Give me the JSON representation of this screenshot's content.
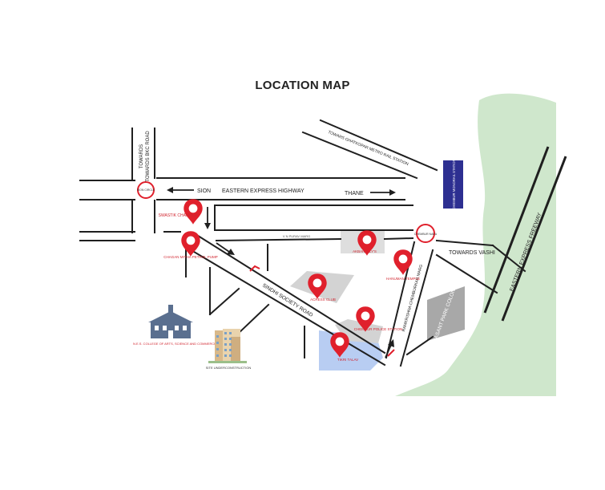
{
  "map": {
    "title": "LOCATION MAP",
    "colors": {
      "road": "#1f1f1f",
      "pin": "#e0202c",
      "label": "#d1252f",
      "green": "#cfe7cc",
      "water": "#b8cdf2",
      "block": "#d3d3d3",
      "metro_box": "#2d2f91"
    },
    "roads": {
      "towards_bkc": "TOWARDS BKC ROAD",
      "sion": "SION",
      "eeh": "EASTERN EXPRESS HIGHWAY",
      "thane": "THANE",
      "metro": "TOWARS GHATKOPAR METRO RAIL STATION",
      "chembur_monorail": "CHEMBUR MONORAIL STATION",
      "vn_purav": "V N PURAV MARG",
      "towards_vashi": "TOWARDS VASHI",
      "eef": "EASTERN EXPRESS FREEWAY",
      "rc_marg": "RAMKRISHNA CHEMBURKAR MARG",
      "sindhi": "SINDHI SOCIETY ROAD",
      "basant": "BASANT PARK COLONY"
    },
    "circles": {
      "sion_circle": "SION CIRCLE",
      "chembur_naka": "CHEMBUR NAKA"
    },
    "pins": {
      "swastik": "SWASTIK CHAMBER",
      "chagan": "CHAGAN MITHA PETROL PUMP",
      "akbarallys": "AKBARALLY'S",
      "hanuman": "HANUMAN TEMPLE",
      "acres": "ACRESS CLUB",
      "police": "CHEMBUR POLICE STATION",
      "talav": "TIKRI TALAV"
    },
    "landmarks": {
      "college": "N.E.S. COLLEGE OF ARTS, SCIENCE AND COMMERCE",
      "site": "SITE UNDERCONSTRUCTION"
    }
  }
}
